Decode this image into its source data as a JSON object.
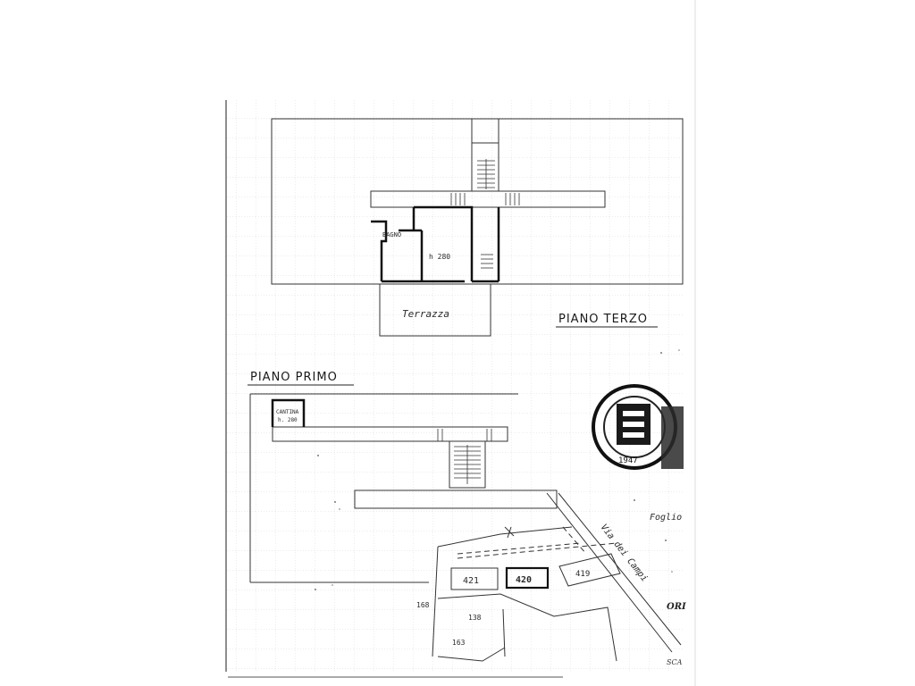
{
  "labels": {
    "piano_terzo": "PIANO TERZO",
    "piano_primo": "PIANO PRIMO",
    "terrazza": "Terrazza",
    "bagno": "BAGNO",
    "height_third": "h 280",
    "cantina": "CANTINA",
    "height_cantina": "h. 280",
    "foglio": "Foglio",
    "via": "Via dei Campi",
    "ori": "ORI",
    "sca": "SCA"
  },
  "parcels": {
    "p421": "421",
    "p420": "420",
    "p419": "419",
    "p168": "168",
    "p138": "138",
    "p163": "163"
  },
  "stamp": {
    "bottom_text": "1947"
  }
}
